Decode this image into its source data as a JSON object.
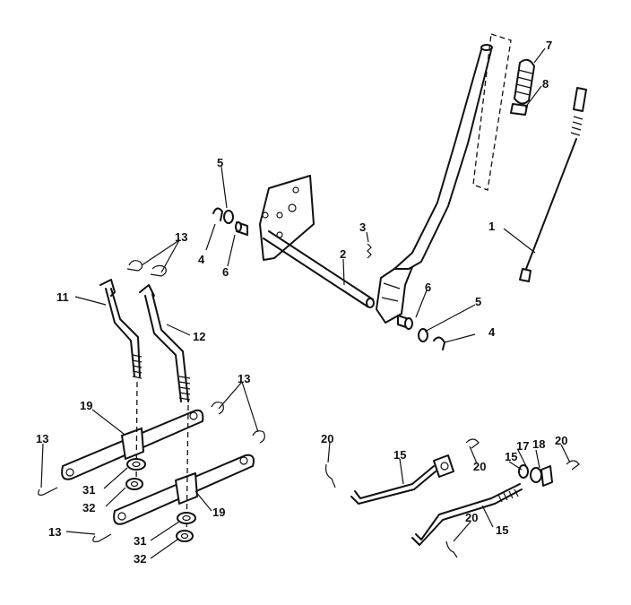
{
  "callouts": {
    "c1": "1",
    "c2": "2",
    "c3": "3",
    "c4a": "4",
    "c4b": "4",
    "c5a": "5",
    "c5b": "5",
    "c6a": "6",
    "c6b": "6",
    "c7": "7",
    "c8": "8",
    "c11": "11",
    "c12": "12",
    "c13a": "13",
    "c13b": "13",
    "c13c": "13",
    "c13d": "13",
    "c15a": "15",
    "c15b": "15",
    "c15c": "15",
    "c17": "17",
    "c18": "18",
    "c19a": "19",
    "c19b": "19",
    "c20a": "20",
    "c20b": "20",
    "c20c": "20",
    "c20d": "20",
    "c31a": "31",
    "c31b": "31",
    "c32a": "32",
    "c32b": "32"
  }
}
